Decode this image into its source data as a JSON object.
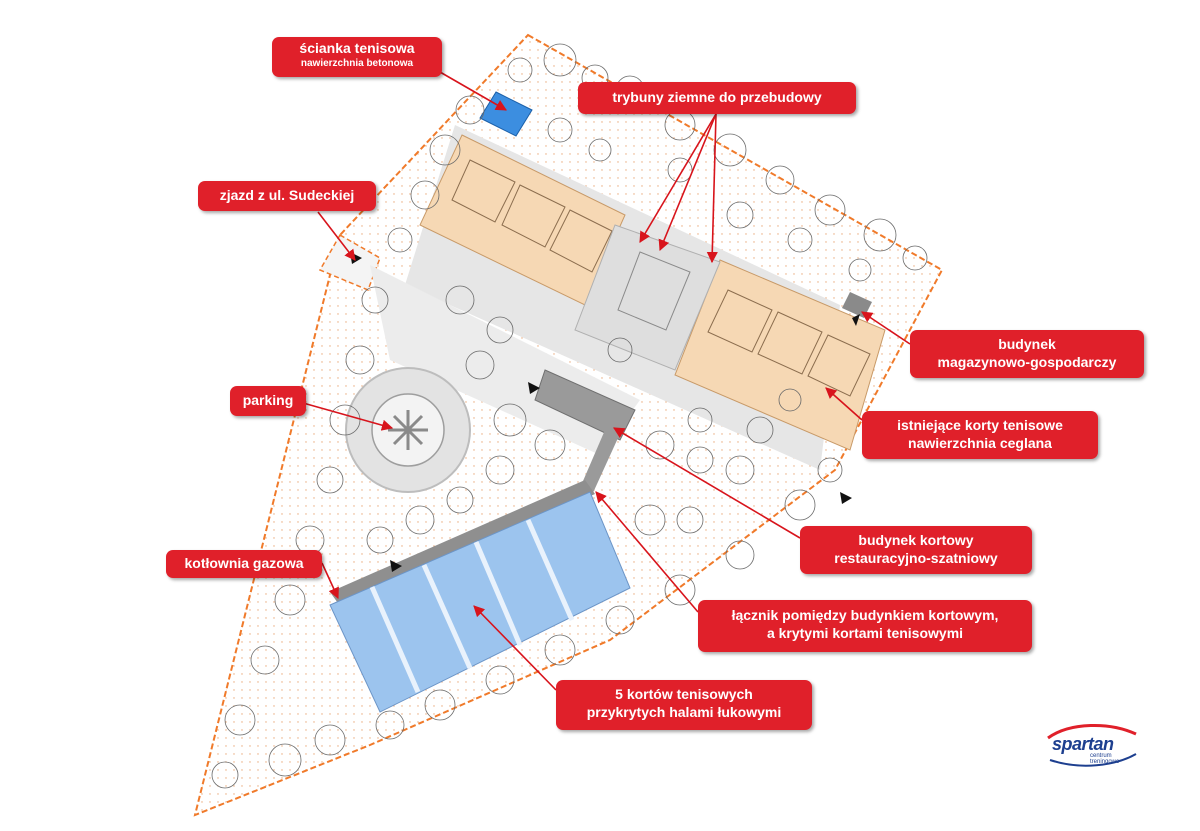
{
  "labels": {
    "scianka": {
      "title": "ścianka tenisowa",
      "sub": "nawierzchnia betonowa"
    },
    "trybuny": "trybuny ziemne do przebudowy",
    "zjazd": "zjazd z ul. Sudeckiej",
    "budynek_mag": [
      "budynek",
      "magazynowo-gospodarczy"
    ],
    "parking": "parking",
    "korty_ist": [
      "istniejące korty tenisowe",
      "nawierzchnia ceglana"
    ],
    "budynek_kort": [
      "budynek kortowy",
      "restauracyjno-szatniowy"
    ],
    "kotlownia": "kotłownia gazowa",
    "lacznik": [
      "łącznik pomiędzy budynkiem kortowym,",
      "a krytymi kortami tenisowymi"
    ],
    "korty_5": [
      "5 kortów tenisowych",
      "przykrytych halami łukowymi"
    ]
  },
  "logo": {
    "word": "spartan",
    "tagline": "centrum treningowe"
  },
  "colors": {
    "label_bg": "#e0202a",
    "boundary": "#f07a2a",
    "clay_court": "#f6d8b4",
    "covered_court": "#9cc4ee",
    "wall_court": "#3c8ee0",
    "building": "#9a9a9a",
    "paving": "#e6e6e6",
    "logo": "#1d3f8f"
  }
}
